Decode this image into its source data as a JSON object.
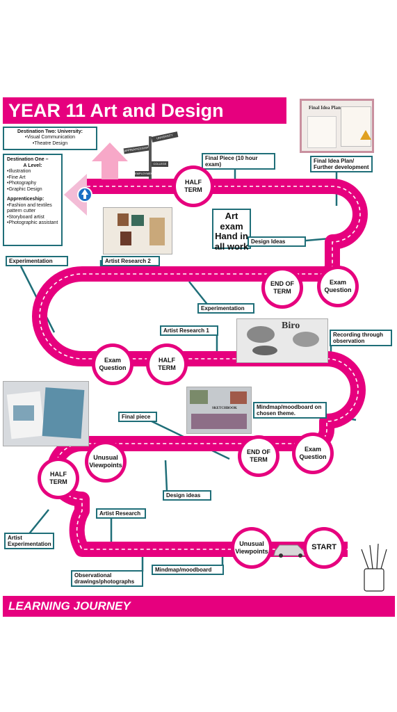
{
  "title": "YEAR 11 Art and Design",
  "footer": "LEARNING JOURNEY",
  "destination_two": {
    "heading": "Destination Two: University:",
    "items": [
      "•Visual Communication",
      "•Theatre Design"
    ]
  },
  "destination_one": {
    "heading": "Destination One –",
    "subheading": "A Level:",
    "items": [
      "•Illustration",
      "•Fine Art",
      "•Photography",
      "•Graphic Design"
    ],
    "appr_heading": "Apprenticeship:",
    "appr_items": [
      "•Fashion and textiles pattern cutter",
      "•Storyboard artist",
      "•Photographic assistant"
    ]
  },
  "signposts": [
    "UNIVERSITY",
    "APPRENTICESHIP",
    "COLLEGE",
    "EMPLOYMENT"
  ],
  "milestones": {
    "half_term_1": "HALF TERM",
    "half_term_2": "HALF TERM",
    "half_term_3": "HALF TERM",
    "end_of_term_1": "END OF TERM",
    "end_of_term_2": "END OF TERM",
    "exam_question_1": "Exam Question",
    "exam_question_2": "Exam Question",
    "exam_question_3": "Exam Question",
    "unusual_viewpoints_1": "Unusual Viewpoints",
    "unusual_viewpoints_2": "Unusual Viewpoints",
    "start": "START"
  },
  "art_exam": "Art exam Hand in all work",
  "labels": {
    "final_piece_exam": "Final Piece  (10 hour exam)",
    "final_idea_plan": "Final Idea Plan/ Further development",
    "design_ideas_1": "Design Ideas",
    "experimentation_1": "Experimentation",
    "artist_research_2": "Artist Research 2",
    "experimentation_2": "Experimentation",
    "artist_research_1": "Artist Research 1",
    "recording": "Recording through observation",
    "mindmap_theme": "Mindmap/moodboard on chosen theme.",
    "final_piece": "Final piece",
    "design_ideas_2": "Design ideas",
    "artist_research": "Artist Research",
    "artist_experimentation": "Artist Experimentation",
    "observational": "Observational drawings/photographs",
    "mindmap_moodboard": "Mindmap/moodboard"
  },
  "photos": {
    "plan_title": "Final Idea Plan",
    "biro": "Biro",
    "moodboard_title": "SKETCHBOOK"
  },
  "colors": {
    "road": "#e6007e",
    "label_border": "#1f6e78",
    "arrow": "#f7a8c8"
  }
}
